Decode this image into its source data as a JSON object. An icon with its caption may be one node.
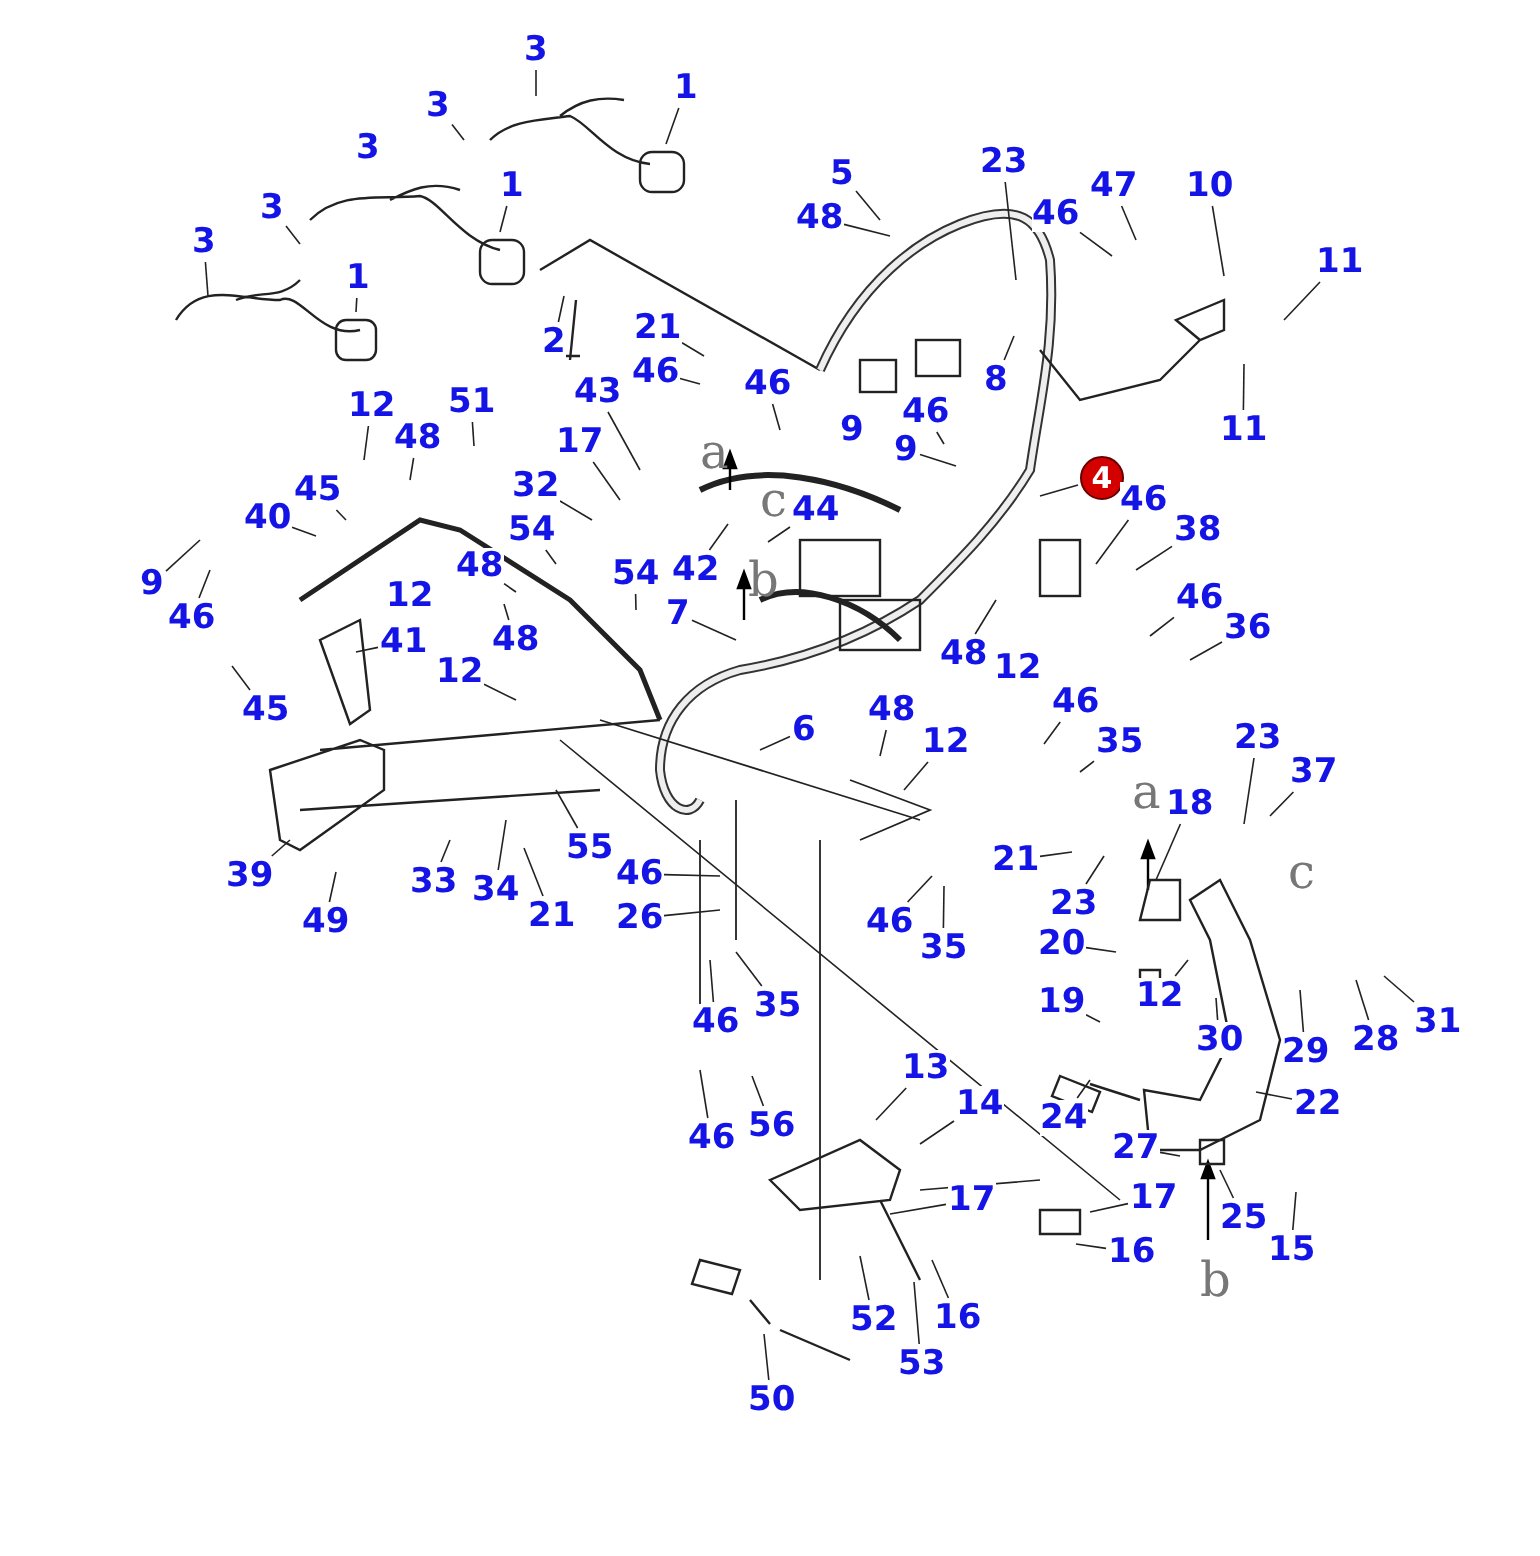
{
  "diagram": {
    "nodes": [
      {
        "text": [
          "4"
        ]
      },
      {
        "text": [
          "3"
        ]
      },
      {
        "text": [
          "1"
        ]
      },
      {
        "text": [
          "3"
        ]
      },
      {
        "text": [
          "3"
        ]
      },
      {
        "text": [
          "1"
        ]
      },
      {
        "text": [
          "3"
        ]
      },
      {
        "text": [
          "3"
        ]
      },
      {
        "text": [
          "1"
        ]
      },
      {
        "text": [
          "2"
        ]
      },
      {
        "text": [
          "5"
        ]
      },
      {
        "text": [
          "48"
        ]
      },
      {
        "text": [
          "23"
        ]
      },
      {
        "text": [
          "47"
        ]
      },
      {
        "text": [
          "46"
        ]
      },
      {
        "text": [
          "10"
        ]
      },
      {
        "text": [
          "11"
        ]
      },
      {
        "text": [
          "21"
        ]
      },
      {
        "text": [
          "46"
        ]
      },
      {
        "text": [
          "46"
        ]
      },
      {
        "text": [
          "8"
        ]
      },
      {
        "text": [
          "46"
        ]
      },
      {
        "text": [
          "11"
        ]
      },
      {
        "text": [
          "9"
        ]
      },
      {
        "text": [
          "9"
        ]
      },
      {
        "text": [
          "12"
        ]
      },
      {
        "text": [
          "48"
        ]
      },
      {
        "text": [
          "51"
        ]
      },
      {
        "text": [
          "43"
        ]
      },
      {
        "text": [
          "17"
        ]
      },
      {
        "text": [
          "45"
        ]
      },
      {
        "text": [
          "32"
        ]
      },
      {
        "text": [
          "40"
        ]
      },
      {
        "text": [
          "54"
        ]
      },
      {
        "text": [
          "46"
        ]
      },
      {
        "text": [
          "38"
        ]
      },
      {
        "text": [
          "44"
        ]
      },
      {
        "text": [
          "42"
        ]
      },
      {
        "text": [
          "9"
        ]
      },
      {
        "text": [
          "46"
        ]
      },
      {
        "text": [
          "12"
        ]
      },
      {
        "text": [
          "54"
        ]
      },
      {
        "text": [
          "48"
        ]
      },
      {
        "text": [
          "7"
        ]
      },
      {
        "text": [
          "48"
        ]
      },
      {
        "text": [
          "41"
        ]
      },
      {
        "text": [
          "46"
        ]
      },
      {
        "text": [
          "36"
        ]
      },
      {
        "text": [
          "48"
        ]
      },
      {
        "text": [
          "12"
        ]
      },
      {
        "text": [
          "45"
        ]
      },
      {
        "text": [
          "12"
        ]
      },
      {
        "text": [
          "6"
        ]
      },
      {
        "text": [
          "48"
        ]
      },
      {
        "text": [
          "46"
        ]
      },
      {
        "text": [
          "35"
        ]
      },
      {
        "text": [
          "12"
        ]
      },
      {
        "text": [
          "23"
        ]
      },
      {
        "text": [
          "37"
        ]
      },
      {
        "text": [
          "18"
        ]
      },
      {
        "text": [
          "21"
        ]
      },
      {
        "text": [
          "23"
        ]
      },
      {
        "text": [
          "46"
        ]
      },
      {
        "text": [
          "39"
        ]
      },
      {
        "text": [
          "33"
        ]
      },
      {
        "text": [
          "34"
        ]
      },
      {
        "text": [
          "55"
        ]
      },
      {
        "text": [
          "49"
        ]
      },
      {
        "text": [
          "21"
        ]
      },
      {
        "text": [
          "26"
        ]
      },
      {
        "text": [
          "46"
        ]
      },
      {
        "text": [
          "35"
        ]
      },
      {
        "text": [
          "20"
        ]
      },
      {
        "text": [
          "35"
        ]
      },
      {
        "text": [
          "19"
        ]
      },
      {
        "text": [
          "12"
        ]
      },
      {
        "text": [
          "30"
        ]
      },
      {
        "text": [
          "29"
        ]
      },
      {
        "text": [
          "28"
        ]
      },
      {
        "text": [
          "31"
        ]
      },
      {
        "text": [
          "22"
        ]
      },
      {
        "text": [
          "46"
        ]
      },
      {
        "text": [
          "13"
        ]
      },
      {
        "text": [
          "14"
        ]
      },
      {
        "text": [
          "24"
        ]
      },
      {
        "text": [
          "56"
        ]
      },
      {
        "text": [
          "46"
        ]
      },
      {
        "text": [
          "27"
        ]
      },
      {
        "text": [
          "17"
        ]
      },
      {
        "text": [
          "17"
        ]
      },
      {
        "text": [
          "25"
        ]
      },
      {
        "text": [
          "15"
        ]
      },
      {
        "text": [
          "16"
        ]
      },
      {
        "text": [
          "16"
        ]
      },
      {
        "text": [
          "52"
        ]
      },
      {
        "text": [
          "53"
        ]
      },
      {
        "text": [
          "50"
        ]
      }
    ],
    "edges": [
      {
        "from": 0,
        "to": null,
        "arrow": "none"
      },
      {
        "from": 1,
        "to": null,
        "arrow": "none"
      },
      {
        "from": 2,
        "to": null,
        "arrow": "none"
      },
      {
        "from": 3,
        "to": null,
        "arrow": "none"
      },
      {
        "from": 5,
        "to": null,
        "arrow": "none"
      },
      {
        "from": 6,
        "to": null,
        "arrow": "none"
      },
      {
        "from": 7,
        "to": null,
        "arrow": "none"
      },
      {
        "from": 8,
        "to": null,
        "arrow": "none"
      },
      {
        "from": 9,
        "to": null,
        "arrow": "none"
      },
      {
        "from": 10,
        "to": null,
        "arrow": "none"
      },
      {
        "from": 11,
        "to": null,
        "arrow": "none"
      },
      {
        "from": 12,
        "to": null,
        "arrow": "none"
      },
      {
        "from": 13,
        "to": null,
        "arrow": "none"
      },
      {
        "from": 14,
        "to": null,
        "arrow": "none"
      },
      {
        "from": 15,
        "to": null,
        "arrow": "none"
      },
      {
        "from": 16,
        "to": null,
        "arrow": "none"
      },
      {
        "from": 17,
        "to": null,
        "arrow": "none"
      },
      {
        "from": 18,
        "to": null,
        "arrow": "none"
      },
      {
        "from": 19,
        "to": null,
        "arrow": "none"
      },
      {
        "from": 20,
        "to": null,
        "arrow": "none"
      },
      {
        "from": 21,
        "to": null,
        "arrow": "none"
      },
      {
        "from": 22,
        "to": null,
        "arrow": "none"
      },
      {
        "from": 24,
        "to": null,
        "arrow": "none"
      },
      {
        "from": 25,
        "to": null,
        "arrow": "none"
      },
      {
        "from": 26,
        "to": null,
        "arrow": "none"
      },
      {
        "from": 27,
        "to": null,
        "arrow": "none"
      },
      {
        "from": 28,
        "to": null,
        "arrow": "none"
      },
      {
        "from": 29,
        "to": null,
        "arrow": "none"
      },
      {
        "from": 30,
        "to": null,
        "arrow": "none"
      },
      {
        "from": 31,
        "to": null,
        "arrow": "none"
      },
      {
        "from": 32,
        "to": null,
        "arrow": "none"
      },
      {
        "from": 33,
        "to": null,
        "arrow": "none"
      },
      {
        "from": 34,
        "to": null,
        "arrow": "none"
      },
      {
        "from": 35,
        "to": null,
        "arrow": "none"
      },
      {
        "from": 36,
        "to": null,
        "arrow": "none"
      },
      {
        "from": 37,
        "to": null,
        "arrow": "none"
      },
      {
        "from": 38,
        "to": null,
        "arrow": "none"
      },
      {
        "from": 39,
        "to": null,
        "arrow": "none"
      },
      {
        "from": 41,
        "to": null,
        "arrow": "none"
      },
      {
        "from": 42,
        "to": null,
        "arrow": "none"
      },
      {
        "from": 43,
        "to": null,
        "arrow": "none"
      },
      {
        "from": 44,
        "to": null,
        "arrow": "none"
      },
      {
        "from": 45,
        "to": null,
        "arrow": "none"
      },
      {
        "from": 46,
        "to": null,
        "arrow": "none"
      },
      {
        "from": 47,
        "to": null,
        "arrow": "none"
      },
      {
        "from": 48,
        "to": null,
        "arrow": "none"
      },
      {
        "from": 50,
        "to": null,
        "arrow": "none"
      },
      {
        "from": 51,
        "to": null,
        "arrow": "none"
      },
      {
        "from": 52,
        "to": null,
        "arrow": "none"
      },
      {
        "from": 53,
        "to": null,
        "arrow": "none"
      },
      {
        "from": 54,
        "to": null,
        "arrow": "none"
      },
      {
        "from": 55,
        "to": null,
        "arrow": "none"
      },
      {
        "from": 56,
        "to": null,
        "arrow": "none"
      },
      {
        "from": 57,
        "to": null,
        "arrow": "none"
      },
      {
        "from": 58,
        "to": null,
        "arrow": "none"
      },
      {
        "from": 59,
        "to": null,
        "arrow": "none"
      },
      {
        "from": 60,
        "to": null,
        "arrow": "none"
      },
      {
        "from": 61,
        "to": null,
        "arrow": "none"
      },
      {
        "from": 62,
        "to": null,
        "arrow": "none"
      },
      {
        "from": 63,
        "to": null,
        "arrow": "none"
      },
      {
        "from": 64,
        "to": null,
        "arrow": "none"
      },
      {
        "from": 65,
        "to": null,
        "arrow": "none"
      },
      {
        "from": 66,
        "to": null,
        "arrow": "none"
      },
      {
        "from": 67,
        "to": null,
        "arrow": "none"
      },
      {
        "from": 68,
        "to": null,
        "arrow": "none"
      },
      {
        "from": 69,
        "to": null,
        "arrow": "none"
      },
      {
        "from": 70,
        "to": null,
        "arrow": "none"
      },
      {
        "from": 71,
        "to": null,
        "arrow": "none"
      },
      {
        "from": 72,
        "to": null,
        "arrow": "none"
      },
      {
        "from": 73,
        "to": null,
        "arrow": "none"
      },
      {
        "from": 74,
        "to": null,
        "arrow": "none"
      },
      {
        "from": 75,
        "to": null,
        "arrow": "none"
      },
      {
        "from": 76,
        "to": null,
        "arrow": "none"
      },
      {
        "from": 77,
        "to": null,
        "arrow": "none"
      },
      {
        "from": 78,
        "to": null,
        "arrow": "none"
      },
      {
        "from": 79,
        "to": null,
        "arrow": "none"
      },
      {
        "from": 80,
        "to": null,
        "arrow": "none"
      },
      {
        "from": 81,
        "to": null,
        "arrow": "none"
      },
      {
        "from": 82,
        "to": null,
        "arrow": "none"
      },
      {
        "from": 83,
        "to": null,
        "arrow": "none"
      },
      {
        "from": 84,
        "to": null,
        "arrow": "none"
      },
      {
        "from": 85,
        "to": null,
        "arrow": "none"
      },
      {
        "from": 86,
        "to": null,
        "arrow": "none"
      },
      {
        "from": 87,
        "to": null,
        "arrow": "none"
      },
      {
        "from": 88,
        "to": null,
        "arrow": "none"
      },
      {
        "from": 89,
        "to": null,
        "arrow": "none"
      },
      {
        "from": 90,
        "to": null,
        "arrow": "none"
      },
      {
        "from": 91,
        "to": null,
        "arrow": "none"
      },
      {
        "from": 92,
        "to": null,
        "arrow": "none"
      },
      {
        "from": 93,
        "to": null,
        "arrow": "none"
      },
      {
        "from": 94,
        "to": null,
        "arrow": "none"
      },
      {
        "from": 95,
        "to": null,
        "arrow": "none"
      },
      {
        "from": 96,
        "to": null,
        "arrow": "none"
      }
    ],
    "labels": [
      "a",
      "c",
      "b",
      "a",
      "c",
      "b"
    ]
  }
}
